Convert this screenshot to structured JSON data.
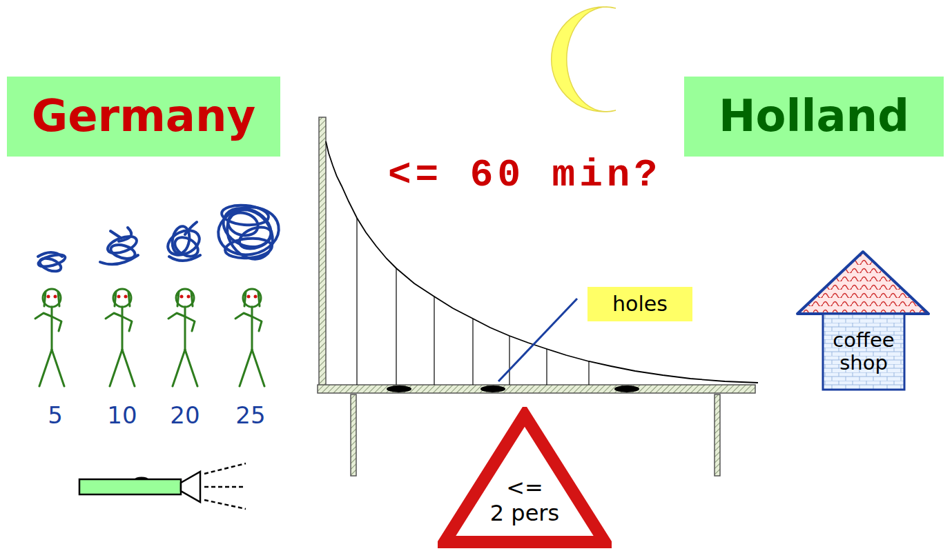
{
  "diagram": {
    "nodes": [
      {
        "text": [
          "Germany"
        ]
      },
      {
        "text": [
          "Holland"
        ]
      },
      {
        "text": [
          "holes"
        ]
      },
      {
        "text": [
          "coffee shop"
        ]
      },
      {
        "text": [
          "<=",
          "2 pers"
        ]
      }
    ],
    "labels": [
      "<= 60 min?",
      "5",
      "10",
      "20",
      "25"
    ]
  }
}
